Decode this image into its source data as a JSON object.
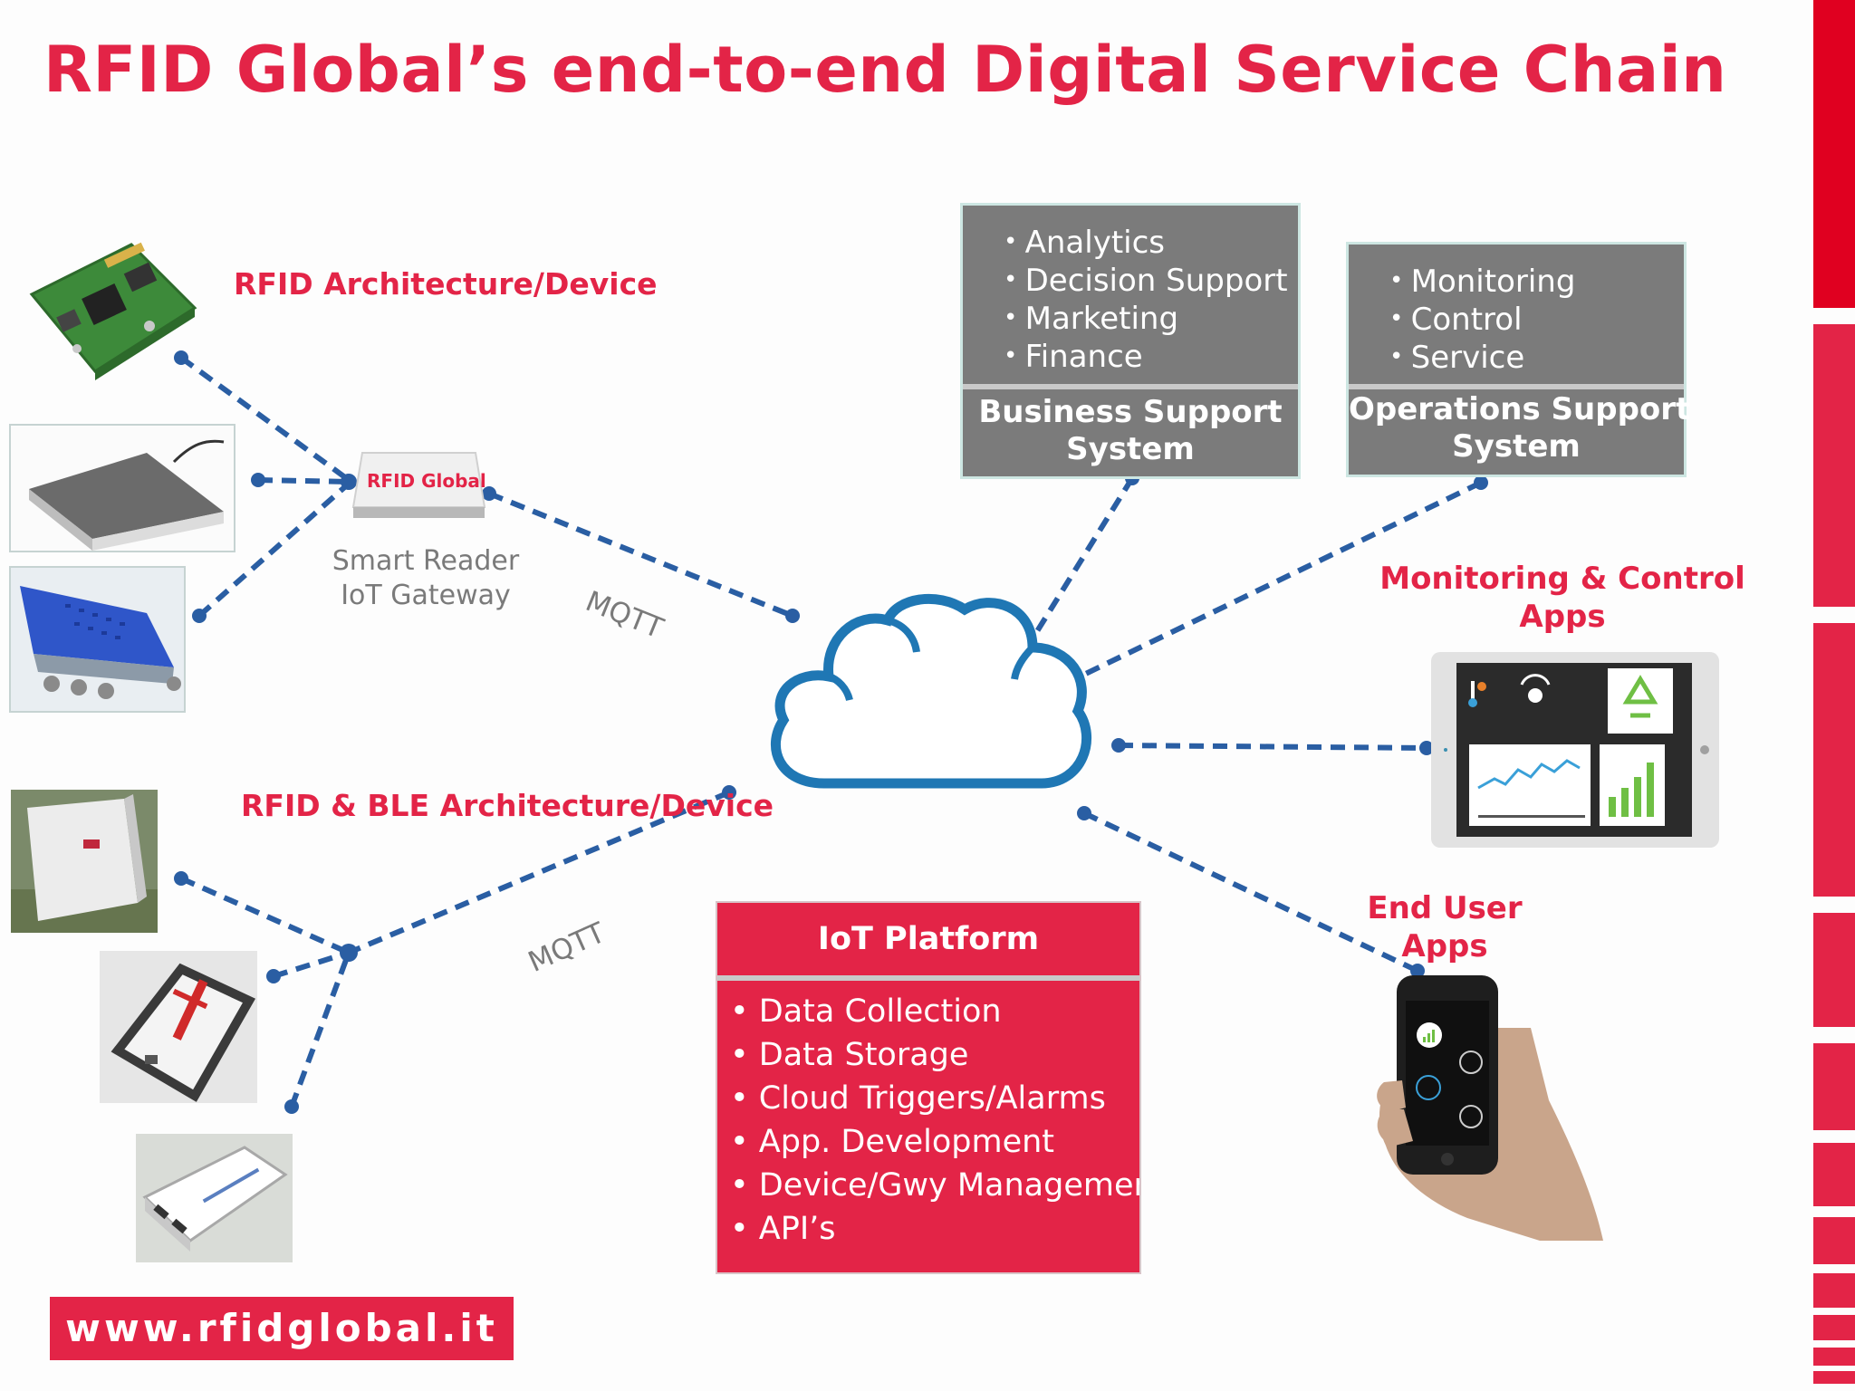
{
  "title": "RFID Global’s end-to-end Digital Service Chain",
  "labels": {
    "rfid_arch": "RFID Architecture/Device",
    "rfid_ble_arch": "RFID & BLE Architecture/Device",
    "gateway_line1": "Smart Reader",
    "gateway_line2": "IoT Gateway",
    "gateway_brand": "RFID Global",
    "mqtt_top": "MQTT",
    "mqtt_bottom": "MQTT",
    "monitoring_line1": "Monitoring & Control",
    "monitoring_line2": "Apps",
    "enduser_line1": "End User",
    "enduser_line2": "Apps"
  },
  "business_support": {
    "items": [
      "Analytics",
      "Decision Support",
      "Marketing",
      "Finance"
    ],
    "footer_line1": "Business Support",
    "footer_line2": "System"
  },
  "operations_support": {
    "items": [
      "Monitoring",
      "Control",
      "Service"
    ],
    "footer_line1": "Operations Support",
    "footer_line2": "System"
  },
  "iot_platform": {
    "title": "IoT Platform",
    "items": [
      "Data Collection",
      "Data Storage",
      "Cloud Triggers/Alarms",
      "App. Development",
      "Device/Gwy Management",
      "API’s"
    ]
  },
  "website": "www.rfidglobal.it",
  "colors": {
    "accent": "#e32447",
    "connector": "#2a5ea3",
    "box_gray": "#7b7b7b",
    "cloud": "#1f77b4"
  },
  "icons": [
    "circuit-board-icon",
    "desktop-reader-icon",
    "blue-reader-icon",
    "gateway-icon",
    "cloud-icon",
    "antenna-reader-icon",
    "handheld-reader-icon",
    "usb-reader-icon",
    "tablet-dashboard-icon",
    "smartphone-hand-icon"
  ]
}
